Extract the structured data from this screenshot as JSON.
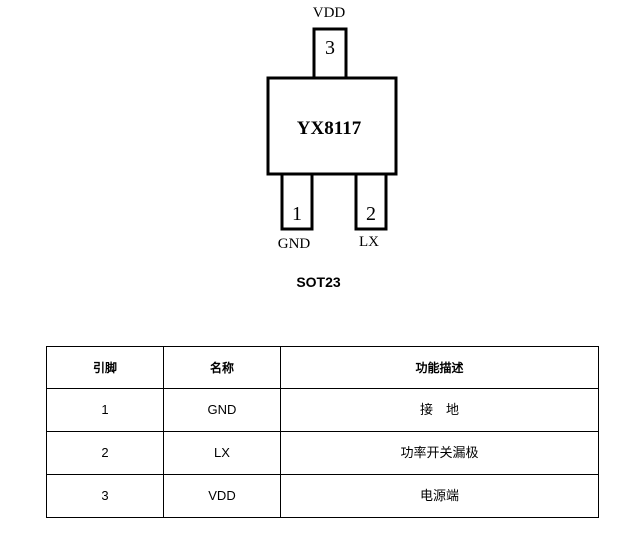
{
  "diagram": {
    "chip_label": "YX8117",
    "pins": [
      {
        "number": "3",
        "name": "VDD"
      },
      {
        "number": "1",
        "name": "GND"
      },
      {
        "number": "2",
        "name": "LX"
      }
    ],
    "package_label": "SOT23"
  },
  "table": {
    "headers": [
      "引脚",
      "名称",
      "功能描述"
    ],
    "rows": [
      {
        "pin": "1",
        "name": "GND",
        "desc": "接　地"
      },
      {
        "pin": "2",
        "name": "LX",
        "desc": "功率开关漏极"
      },
      {
        "pin": "3",
        "name": "VDD",
        "desc": "电源端"
      }
    ]
  }
}
